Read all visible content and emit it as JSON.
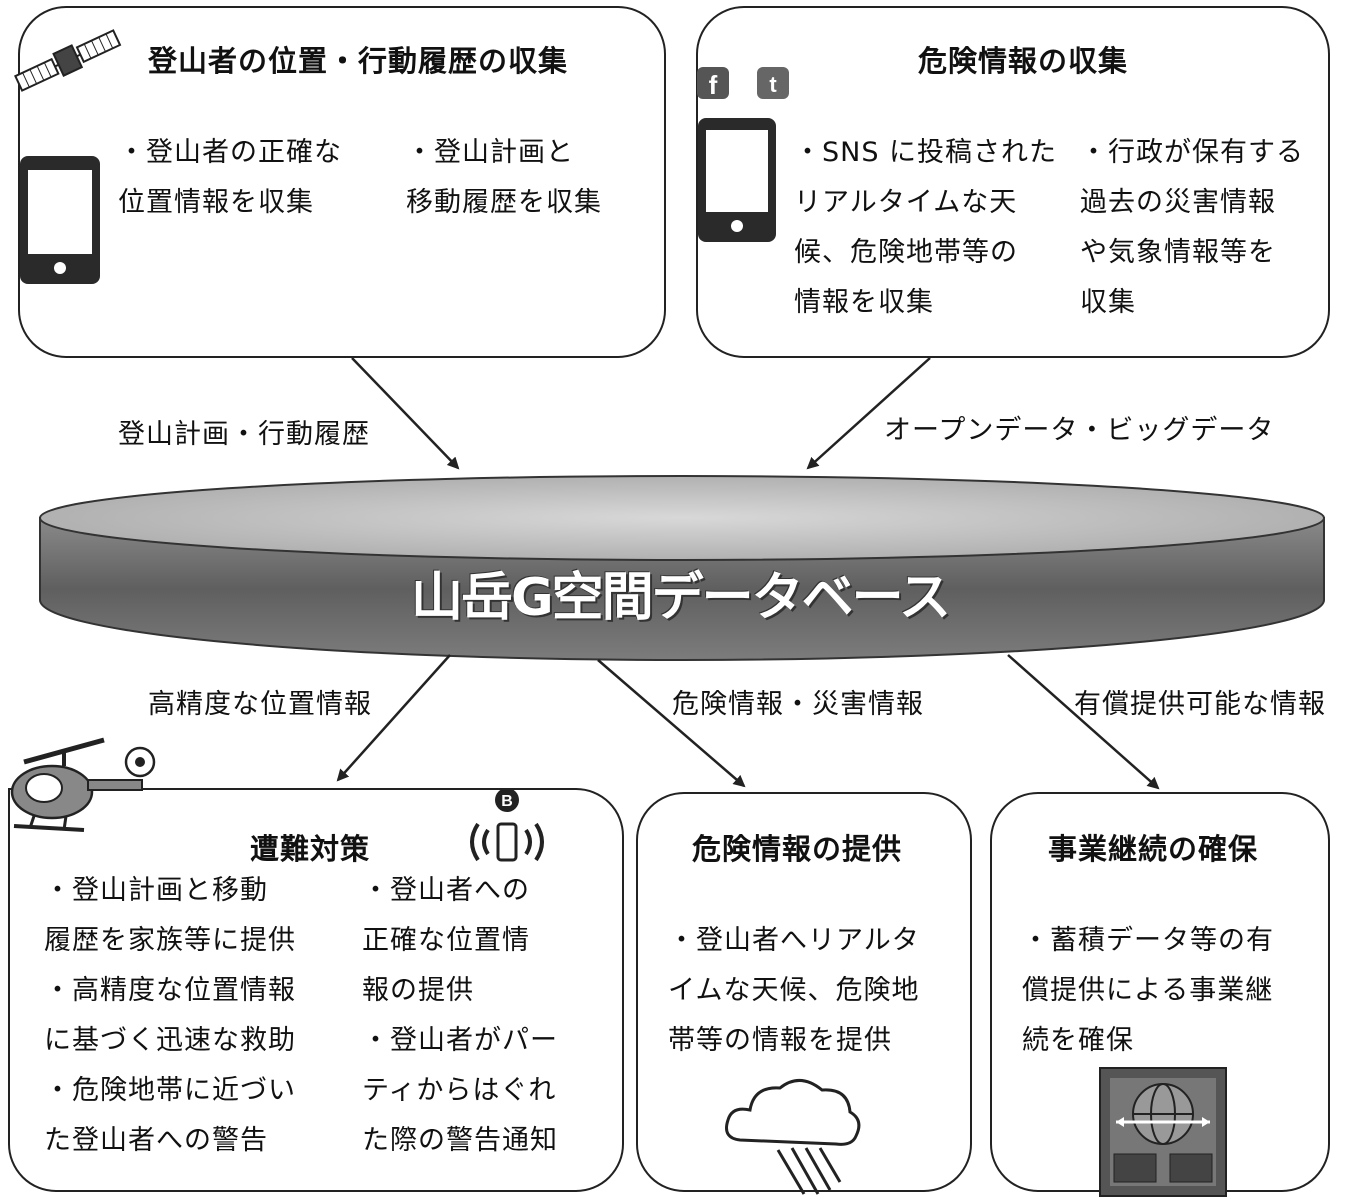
{
  "top_left": {
    "title": "登山者の位置・行動履歴の収集",
    "col1": [
      "・登山者の正確な",
      "位置情報を収集"
    ],
    "col2": [
      "・登山計画と",
      "移動履歴を収集"
    ]
  },
  "top_right": {
    "title": "危険情報の収集",
    "col1": [
      "・SNS に投稿された",
      "リアルタイムな天",
      "候、危険地帯等の",
      "情報を収集"
    ],
    "col2": [
      "・行政が保有する",
      "過去の災害情報",
      "や気象情報等を",
      "収集"
    ]
  },
  "arrows": {
    "plan_history": "登山計画・行動履歴",
    "open_big_data": "オープンデータ・ビッグデータ",
    "precise_location": "高精度な位置情報",
    "danger_disaster": "危険情報・災害情報",
    "paid_info": "有償提供可能な情報"
  },
  "database": {
    "title": "山岳G空間データベース"
  },
  "bottom_left": {
    "title": "遭難対策",
    "col1": [
      "・登山計画と移動",
      "履歴を家族等に提供",
      "・高精度な位置情報",
      "に基づく迅速な救助",
      "・危険地帯に近づい",
      "た登山者への警告"
    ],
    "col2": [
      "・登山者への",
      "正確な位置情",
      "報の提供",
      "・登山者がパー",
      "ティからはぐれ",
      "た際の警告通知"
    ]
  },
  "bottom_mid": {
    "title": "危険情報の提供",
    "body": [
      "・登山者へリアルタ",
      "イムな天候、危険地",
      "帯等の情報を提供"
    ]
  },
  "bottom_right": {
    "title": "事業継続の確保",
    "body": [
      "・蓄積データ等の有",
      "償提供による事業継",
      "続を確保"
    ]
  },
  "icons": [
    "satellite-icon",
    "smartphone-icon",
    "facebook-icon",
    "twitter-icon",
    "helicopter-icon",
    "bluetooth-phone-icon",
    "rain-cloud-icon",
    "server-globe-icon"
  ]
}
